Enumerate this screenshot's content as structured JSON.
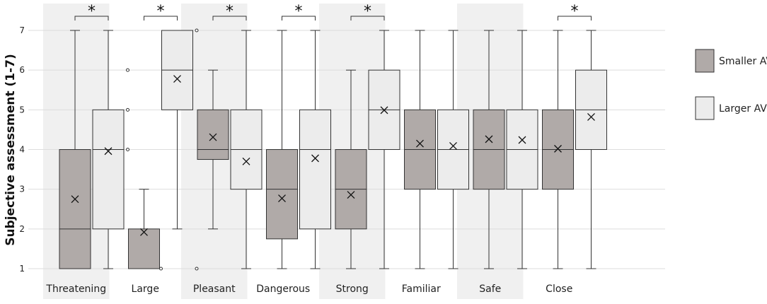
{
  "chart_data": {
    "type": "box",
    "ylabel": "Subjective assessment (1-7)",
    "ylim": [
      1,
      7
    ],
    "yticks": [
      "1",
      "2",
      "3",
      "4",
      "5",
      "6",
      "7"
    ],
    "grid": true,
    "legend_position": "right",
    "colors": {
      "smaller": "#b0aaa8",
      "larger": "#ececec",
      "band": "#f0f0f0",
      "grid": "#dddddd",
      "stroke": "#333333"
    },
    "series": [
      {
        "name": "Smaller AV"
      },
      {
        "name": "Larger AV"
      }
    ],
    "significance_marker": "*",
    "categories": [
      {
        "label": "Threatening",
        "shaded": true,
        "significant": true,
        "smaller": {
          "min": 1,
          "q1": 1,
          "median": 2,
          "q3": 4,
          "max": 7,
          "mean": 2.75,
          "outliers": []
        },
        "larger": {
          "min": 1,
          "q1": 2,
          "median": 4,
          "q3": 5,
          "max": 7,
          "mean": 3.96,
          "outliers": []
        }
      },
      {
        "label": "Large",
        "shaded": false,
        "significant": true,
        "smaller": {
          "min": 1,
          "q1": 1,
          "median": 1,
          "q3": 2,
          "max": 3,
          "mean": 1.92,
          "outliers": [
            4,
            5,
            6
          ]
        },
        "larger": {
          "min": 2,
          "q1": 5,
          "median": 6,
          "q3": 7,
          "max": 7,
          "mean": 5.78,
          "outliers": [
            1
          ]
        }
      },
      {
        "label": "Pleasant",
        "shaded": true,
        "significant": true,
        "smaller": {
          "min": 2,
          "q1": 3.75,
          "median": 4,
          "q3": 5,
          "max": 6,
          "mean": 4.31,
          "outliers": [
            1,
            7
          ]
        },
        "larger": {
          "min": 1,
          "q1": 3,
          "median": 4,
          "q3": 5,
          "max": 7,
          "mean": 3.7,
          "outliers": []
        }
      },
      {
        "label": "Dangerous",
        "shaded": false,
        "significant": true,
        "smaller": {
          "min": 1,
          "q1": 1.75,
          "median": 3,
          "q3": 4,
          "max": 7,
          "mean": 2.77,
          "outliers": []
        },
        "larger": {
          "min": 1,
          "q1": 2,
          "median": 4,
          "q3": 5,
          "max": 7,
          "mean": 3.78,
          "outliers": []
        }
      },
      {
        "label": "Strong",
        "shaded": true,
        "significant": true,
        "smaller": {
          "min": 1,
          "q1": 2,
          "median": 3,
          "q3": 4,
          "max": 6,
          "mean": 2.86,
          "outliers": []
        },
        "larger": {
          "min": 1,
          "q1": 4,
          "median": 5,
          "q3": 6,
          "max": 7,
          "mean": 4.99,
          "outliers": []
        }
      },
      {
        "label": "Familiar",
        "shaded": false,
        "significant": false,
        "smaller": {
          "min": 1,
          "q1": 3,
          "median": 4,
          "q3": 5,
          "max": 7,
          "mean": 4.15,
          "outliers": []
        },
        "larger": {
          "min": 1,
          "q1": 3,
          "median": 4,
          "q3": 5,
          "max": 7,
          "mean": 4.09,
          "outliers": []
        }
      },
      {
        "label": "Safe",
        "shaded": true,
        "significant": false,
        "smaller": {
          "min": 1,
          "q1": 3,
          "median": 4,
          "q3": 5,
          "max": 7,
          "mean": 4.26,
          "outliers": []
        },
        "larger": {
          "min": 1,
          "q1": 3,
          "median": 4,
          "q3": 5,
          "max": 7,
          "mean": 4.24,
          "outliers": []
        }
      },
      {
        "label": "Close",
        "shaded": false,
        "significant": true,
        "smaller": {
          "min": 1,
          "q1": 3,
          "median": 4,
          "q3": 5,
          "max": 7,
          "mean": 4.02,
          "outliers": []
        },
        "larger": {
          "min": 1,
          "q1": 4,
          "median": 5,
          "q3": 6,
          "max": 7,
          "mean": 4.82,
          "outliers": []
        }
      }
    ]
  }
}
